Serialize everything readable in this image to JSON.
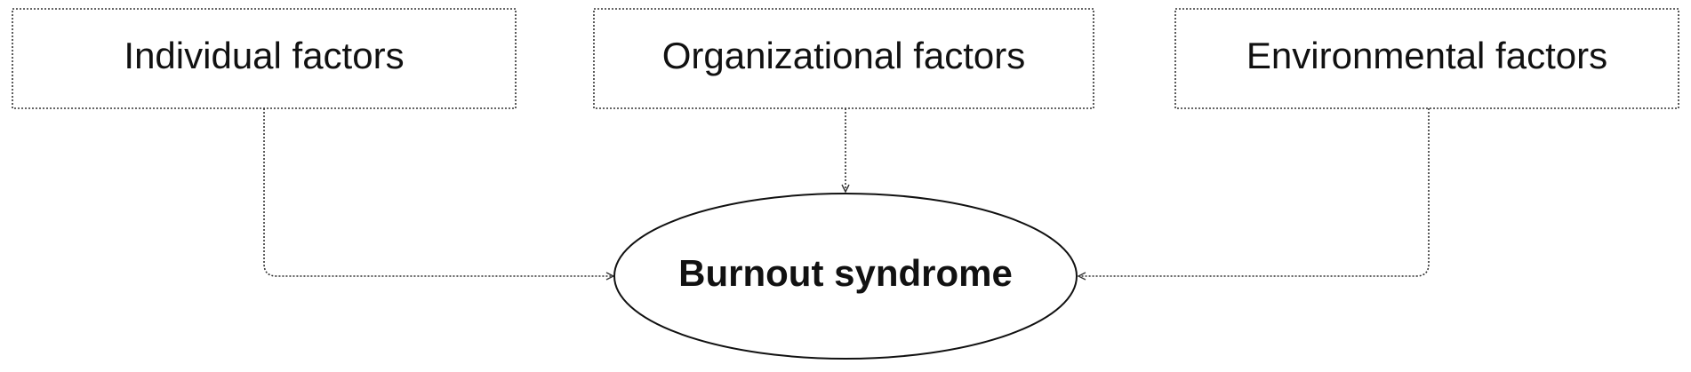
{
  "factors": [
    {
      "label": "Individual factors"
    },
    {
      "label": "Organizational factors"
    },
    {
      "label": "Environmental factors"
    }
  ],
  "outcome": {
    "label": "Burnout syndrome"
  },
  "colors": {
    "stroke": "#333333",
    "text": "#111111",
    "background": "#ffffff"
  }
}
